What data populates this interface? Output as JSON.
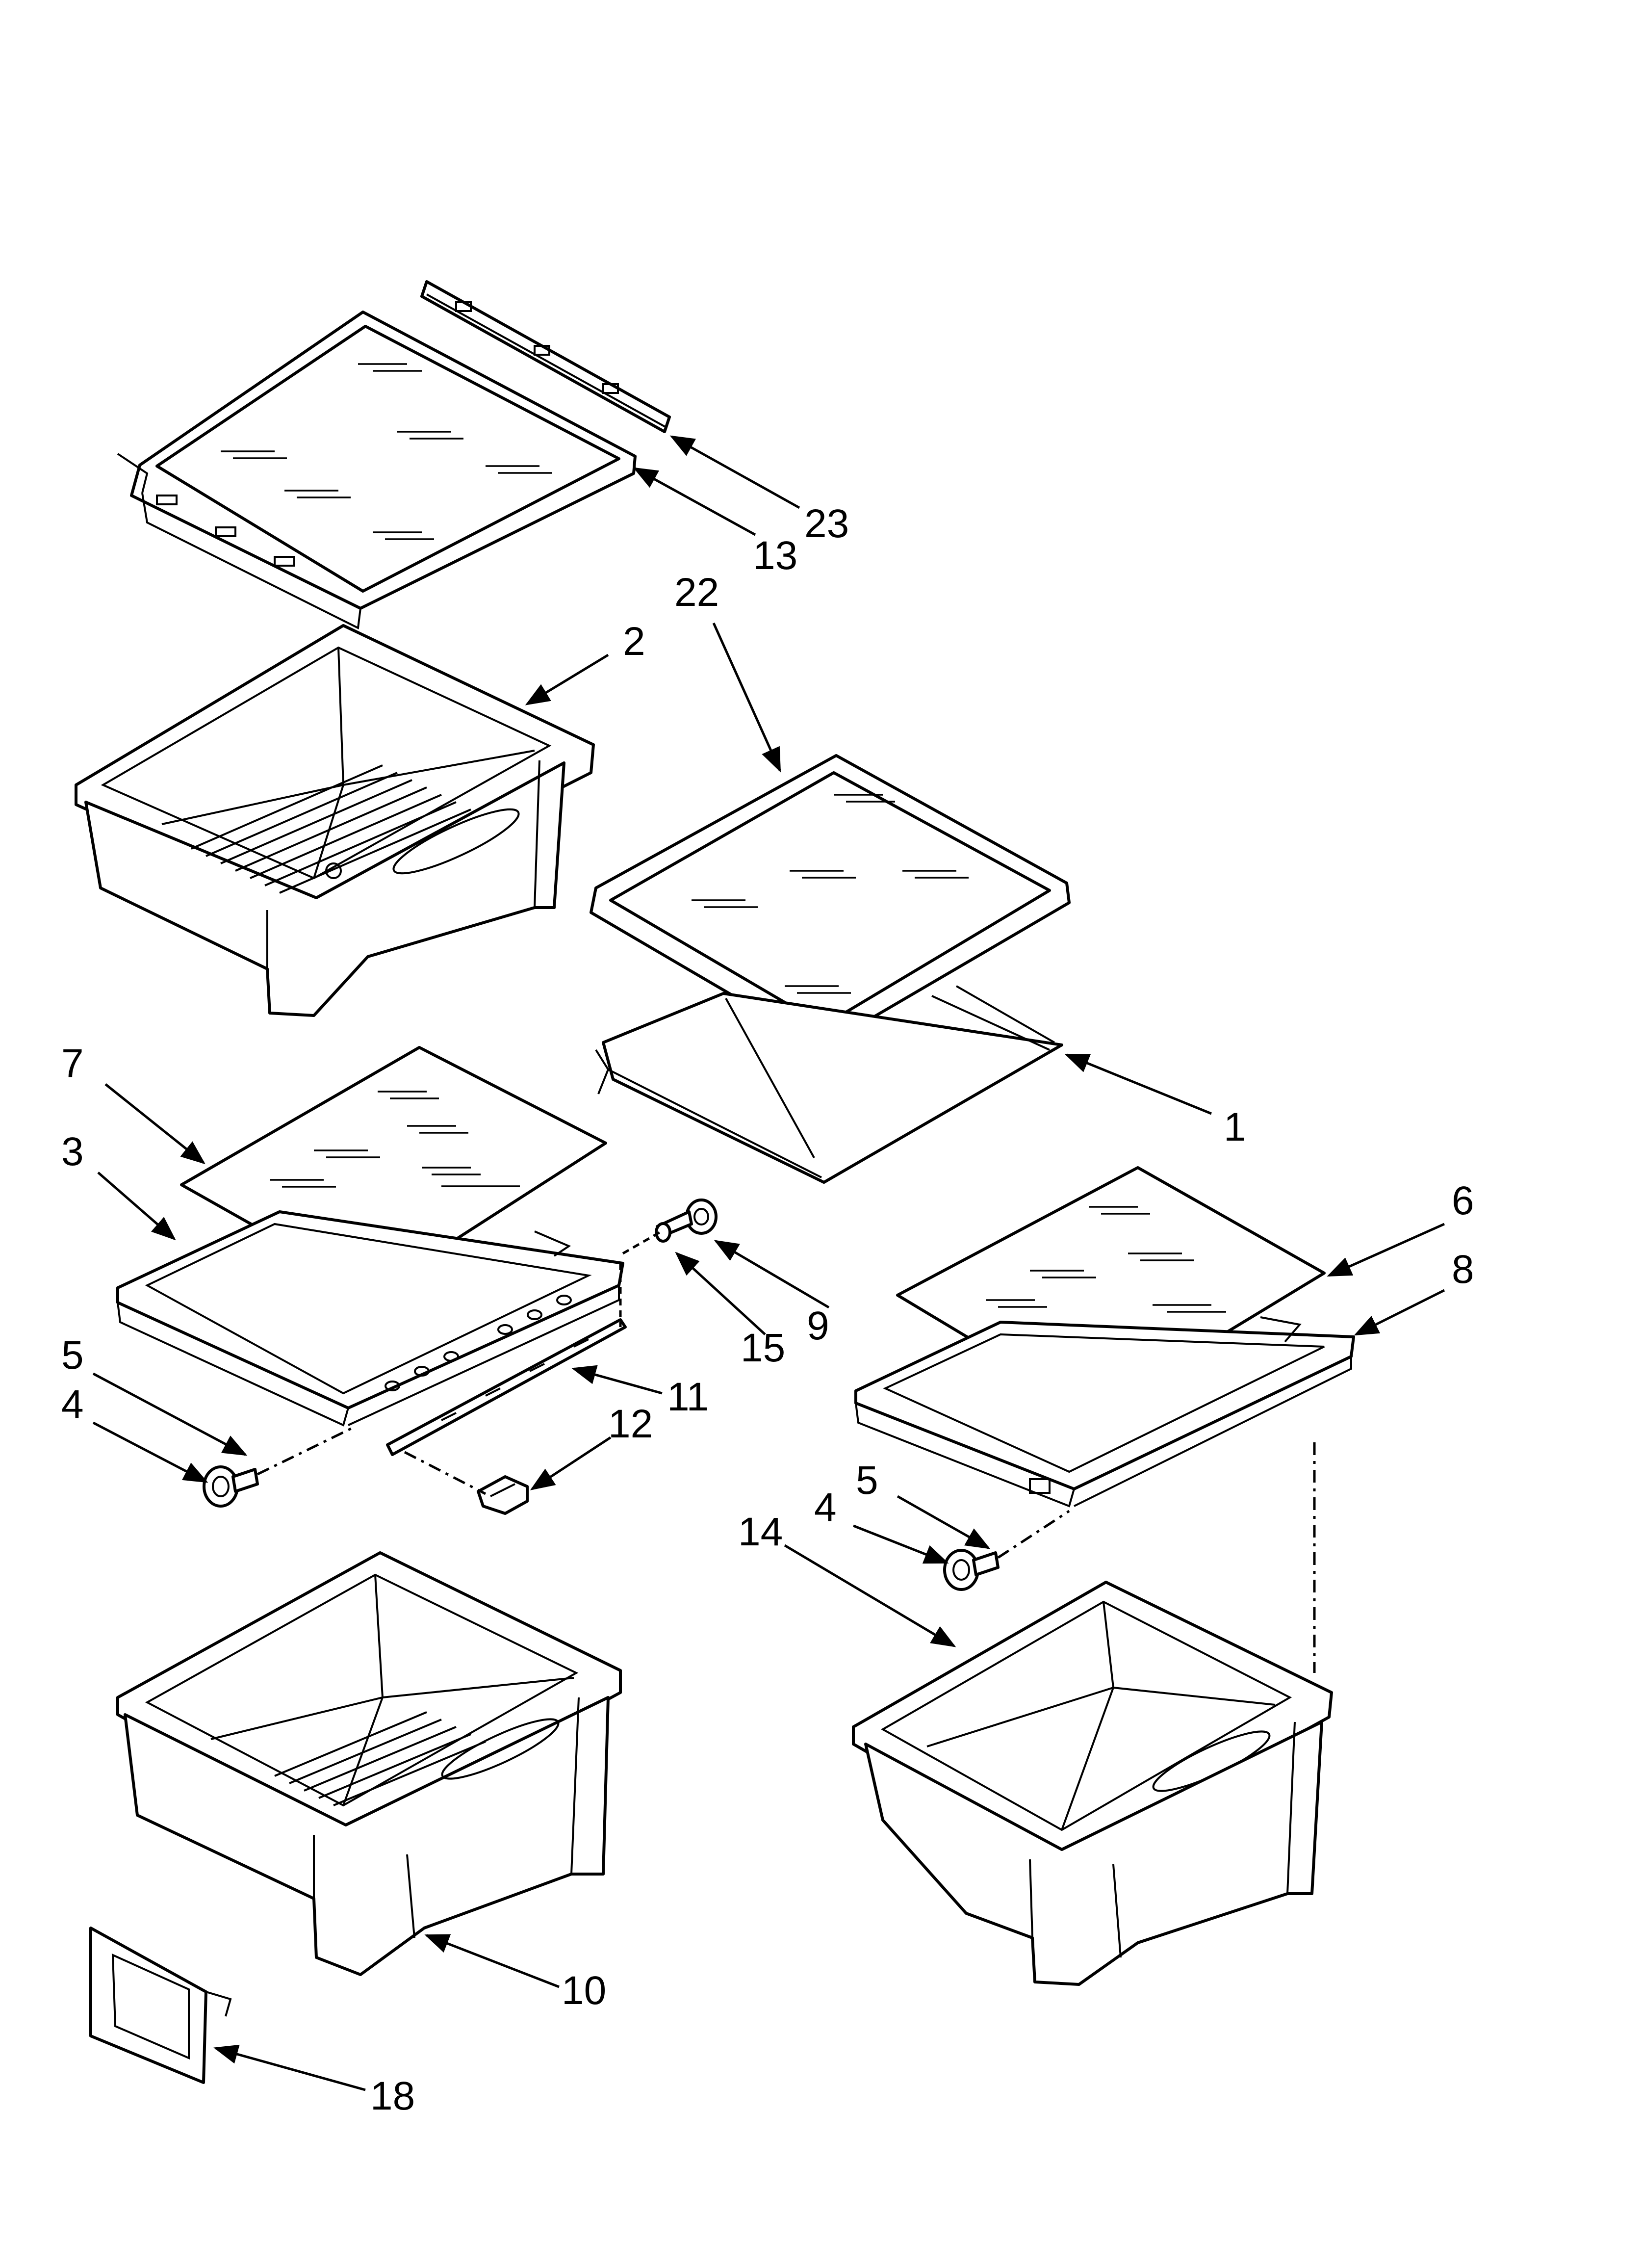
{
  "callouts": [
    {
      "id": "c1",
      "label": "1"
    },
    {
      "id": "c2",
      "label": "2"
    },
    {
      "id": "c3",
      "label": "3"
    },
    {
      "id": "c4a",
      "label": "4"
    },
    {
      "id": "c4b",
      "label": "4"
    },
    {
      "id": "c5a",
      "label": "5"
    },
    {
      "id": "c5b",
      "label": "5"
    },
    {
      "id": "c6",
      "label": "6"
    },
    {
      "id": "c7",
      "label": "7"
    },
    {
      "id": "c8",
      "label": "8"
    },
    {
      "id": "c9",
      "label": "9"
    },
    {
      "id": "c10",
      "label": "10"
    },
    {
      "id": "c11",
      "label": "11"
    },
    {
      "id": "c12",
      "label": "12"
    },
    {
      "id": "c13",
      "label": "13"
    },
    {
      "id": "c14",
      "label": "14"
    },
    {
      "id": "c15",
      "label": "15"
    },
    {
      "id": "c18",
      "label": "18"
    },
    {
      "id": "c22",
      "label": "22"
    },
    {
      "id": "c23",
      "label": "23"
    }
  ]
}
